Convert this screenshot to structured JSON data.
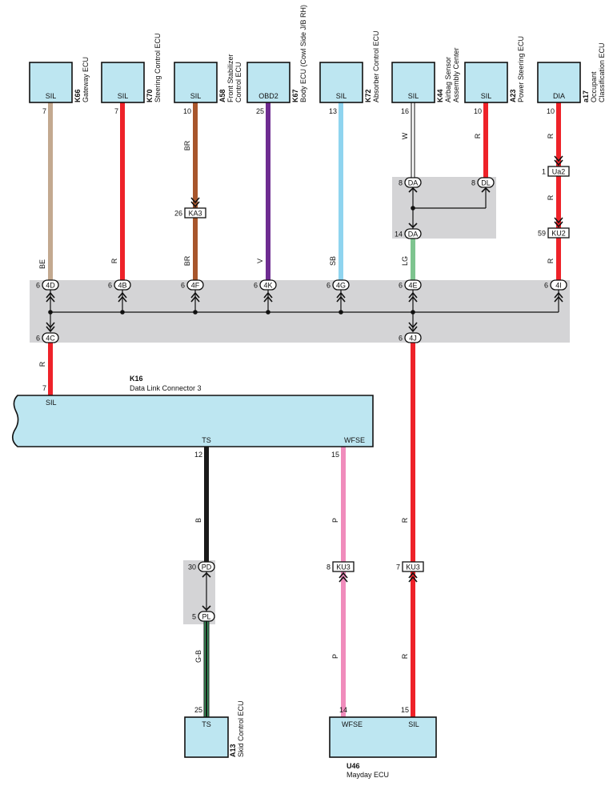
{
  "colors": {
    "BE": "#c3a990",
    "R": "#ee2229",
    "BR": "#a8562c",
    "V": "#6e2c91",
    "SB": "#8fd4ef",
    "W": "#ffffff",
    "LG": "#7ec48f",
    "B": "#1a1a1a",
    "P": "#f08cbc",
    "GB_base": "#1a1a1a",
    "GB_stripe": "#3db66a",
    "ecu_fill": "#bde6f1",
    "junction_gray": "#d4d4d6"
  },
  "top_ecus": [
    {
      "code": "K66",
      "name": "Gateway ECU",
      "port": "SIL",
      "pin": "7"
    },
    {
      "code": "K70",
      "name": "Steering Control ECU",
      "port": "SIL",
      "pin": "7"
    },
    {
      "code": "A58",
      "name": "Front Stabilizer Control ECU",
      "name_lines": [
        "Front Stabilizer",
        "Control ECU"
      ],
      "port": "SIL",
      "pin": "10"
    },
    {
      "code": "K67",
      "name": "Body ECU (Cowl Side J/B RH)",
      "port": "OBD2",
      "pin": "25"
    },
    {
      "code": "K72",
      "name": "Absorber Control ECU",
      "port": "SIL",
      "pin": "13"
    },
    {
      "code": "K44",
      "name": "Airbag Sensor Assembly Center",
      "name_lines": [
        "Airbag Sensor",
        "Assembly Center"
      ],
      "port": "SIL",
      "pin": "16"
    },
    {
      "code": "A23",
      "name": "Power Steering ECU",
      "port": "SIL",
      "pin": "10"
    },
    {
      "code": "a17",
      "name": "Occupant Classification ECU",
      "name_lines": [
        "Occupant",
        "Classification ECU"
      ],
      "port": "DIA",
      "pin": "10"
    }
  ],
  "wire_labels": {
    "w1": "BE",
    "w2": "R",
    "w3a": "BR",
    "w3b": "BR",
    "w4": "V",
    "w5": "SB",
    "w6a": "W",
    "w6b": "LG",
    "w7": "R",
    "w8a": "R",
    "w8b": "R",
    "w8c": "R",
    "w9": "R",
    "w10": "B",
    "w11": "G-B",
    "w12a": "P",
    "w12b": "P",
    "w13a": "R",
    "w13b": "R"
  },
  "connectors": {
    "KA3": {
      "id": "KA3",
      "pin": "26"
    },
    "Ua2": {
      "id": "Ua2",
      "pin": "1"
    },
    "KU2": {
      "id": "KU2",
      "pin": "59"
    },
    "DA_top": {
      "id": "DA",
      "pin": "8"
    },
    "DL": {
      "id": "DL",
      "pin": "8"
    },
    "DA_bot": {
      "id": "DA",
      "pin": "14"
    },
    "KU3_a": {
      "id": "KU3",
      "pin": "8"
    },
    "KU3_b": {
      "id": "KU3",
      "pin": "7"
    },
    "PD": {
      "id": "PD",
      "pin": "30"
    },
    "PL": {
      "id": "PL",
      "pin": "5"
    }
  },
  "junction_top": [
    {
      "id": "4D",
      "pin": "6"
    },
    {
      "id": "4B",
      "pin": "6"
    },
    {
      "id": "4F",
      "pin": "6"
    },
    {
      "id": "4K",
      "pin": "6"
    },
    {
      "id": "4G",
      "pin": "6"
    },
    {
      "id": "4E",
      "pin": "6"
    },
    {
      "id": "4I",
      "pin": "6"
    }
  ],
  "junction_bottom": [
    {
      "id": "4C",
      "pin": "6"
    },
    {
      "id": "4J",
      "pin": "6"
    }
  ],
  "dlc": {
    "code": "K16",
    "name": "Data Link Connector 3",
    "pin_sil": "7",
    "port_sil": "SIL",
    "port_ts": "TS",
    "pin_ts": "12",
    "port_wfse": "WFSE",
    "pin_wfse": "15"
  },
  "skid": {
    "code": "A13",
    "name": "Skid Control ECU",
    "port": "TS",
    "pin": "25"
  },
  "mayday": {
    "code": "U46",
    "name": "Mayday ECU",
    "port_wfse": "WFSE",
    "pin_wfse": "14",
    "port_sil": "SIL",
    "pin_sil": "15"
  }
}
